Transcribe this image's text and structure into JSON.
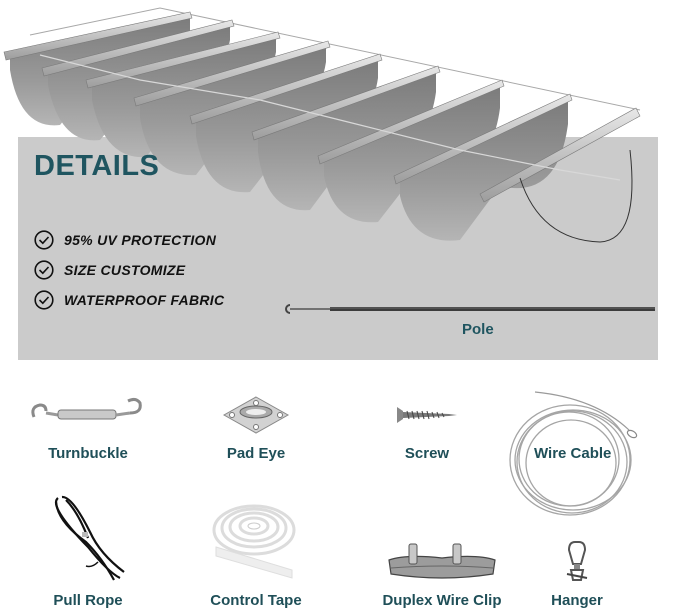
{
  "header": {
    "title": "DETAILS"
  },
  "features": [
    {
      "icon": "check-circle-icon",
      "label": "95% UV PROTECTION"
    },
    {
      "icon": "check-circle-icon",
      "label": "SIZE CUSTOMIZE"
    },
    {
      "icon": "check-circle-icon",
      "label": "WATERPROOF FABRIC"
    }
  ],
  "pole": {
    "label": "Pole"
  },
  "accessories": [
    {
      "icon": "turnbuckle-icon",
      "label": "Turnbuckle"
    },
    {
      "icon": "pad-eye-icon",
      "label": "Pad Eye"
    },
    {
      "icon": "screw-icon",
      "label": "Screw"
    },
    {
      "icon": "wire-cable-icon",
      "label": "Wire Cable"
    },
    {
      "icon": "pull-rope-icon",
      "label": "Pull Rope"
    },
    {
      "icon": "control-tape-icon",
      "label": "Control Tape"
    },
    {
      "icon": "duplex-wire-clip-icon",
      "label": "Duplex Wire Clip"
    },
    {
      "icon": "hanger-icon",
      "label": "Hanger"
    }
  ],
  "colors": {
    "title_teal": "#1f5560",
    "panel_gray": "#cbcbcb",
    "fabric_gray": "#8e8e8e"
  }
}
